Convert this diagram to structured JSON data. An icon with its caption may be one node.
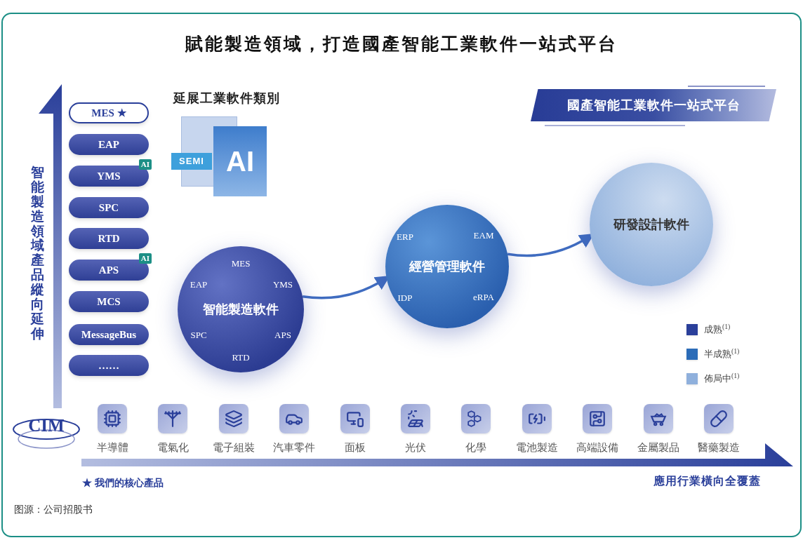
{
  "diagram": {
    "title": "賦能製造領域，打造國產智能工業軟件一站式平台",
    "caption": "图源：公司招股书",
    "nodes": [
      {
        "text": [
          "MES ★"
        ]
      },
      {
        "text": [
          "EAP"
        ]
      },
      {
        "text": [
          "YMS"
        ],
        "beside": [
          "AI"
        ]
      },
      {
        "text": [
          "SPC"
        ]
      },
      {
        "text": [
          "RTD"
        ]
      },
      {
        "text": [
          "APS"
        ],
        "beside": [
          "AI"
        ]
      },
      {
        "text": [
          "MCS"
        ]
      },
      {
        "text": [
          "MessageBus"
        ]
      },
      {
        "text": [
          "……"
        ]
      },
      {
        "text": [
          "MES",
          "EAP",
          "YMS",
          "智能製造軟件",
          "SPC",
          "APS",
          "RTD"
        ]
      },
      {
        "text": [
          "ERP",
          "EAM",
          "經營管理軟件",
          "IDP",
          "eRPA"
        ]
      },
      {
        "text": [
          "研發設計軟件"
        ]
      },
      {
        "text": [
          "國產智能工業軟件一站式平台"
        ]
      },
      {
        "text": [
          "CIM"
        ]
      }
    ],
    "edges": [
      {
        "from": 9,
        "to": 10,
        "arrow": "to"
      },
      {
        "from": 10,
        "to": 11,
        "arrow": "to"
      }
    ],
    "labels": [
      "延展工業軟件類別",
      "SEMI",
      "AI",
      "智能製造領域產品縱向延伸",
      "半導體",
      "電氣化",
      "電子組裝",
      "汽車零件",
      "面板",
      "光伏",
      "化學",
      "電池製造",
      "高端設備",
      "金屬製品",
      "醫藥製造",
      "★ 我們的核心產品",
      "應用行業橫向全覆蓋"
    ],
    "legend": [
      {
        "text": "成熟$^{(1)}$",
        "color": "#2a3f9a"
      },
      {
        "text": "半成熟$^{(1)}$",
        "color": "#2b6cb8"
      },
      {
        "text": "佈局中$^{(1)}$",
        "color": "#8fb0dc"
      }
    ]
  }
}
